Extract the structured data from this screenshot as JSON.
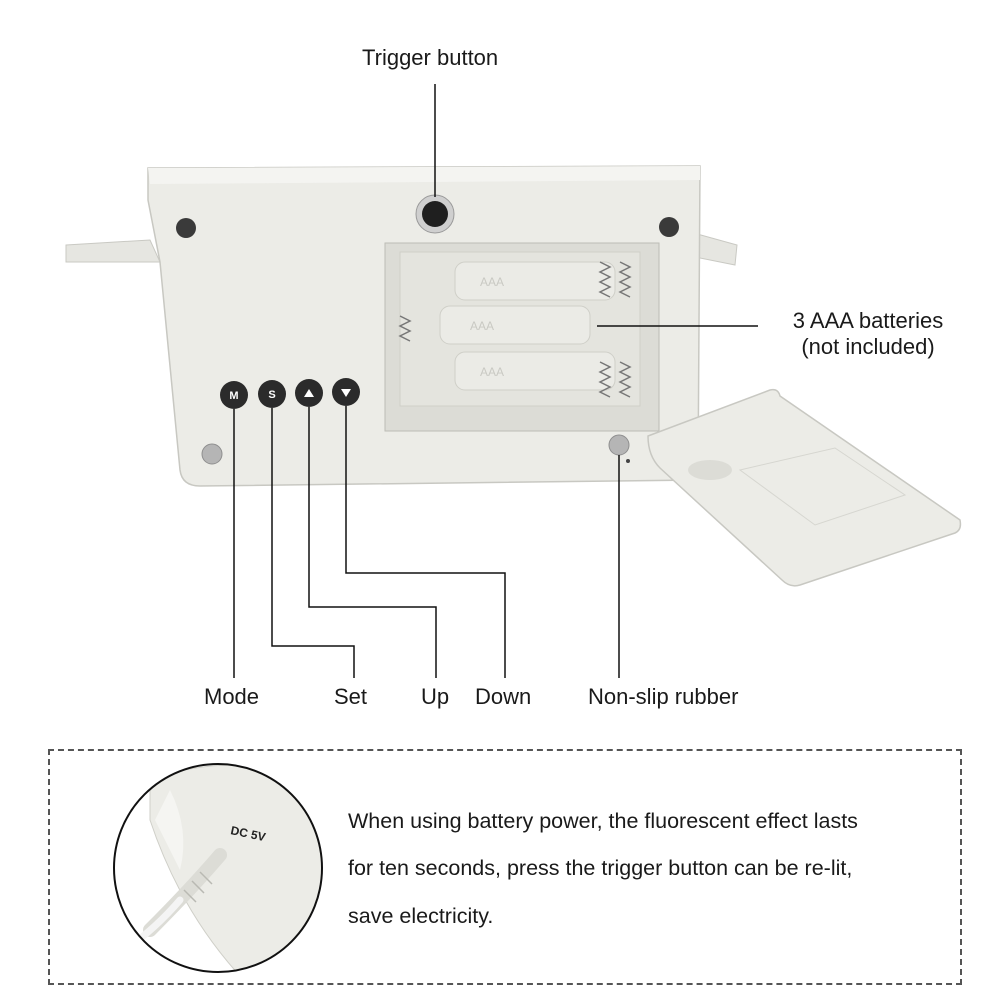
{
  "labels": {
    "trigger": "Trigger button",
    "batteries_line1": "3 AAA batteries",
    "batteries_line2": "(not included)",
    "mode": "Mode",
    "set": "Set",
    "up": "Up",
    "down": "Down",
    "rubber": "Non-slip rubber"
  },
  "buttons": {
    "mode": "M",
    "set": "S",
    "up_icon": "triangle-up-icon",
    "down_icon": "triangle-down-icon"
  },
  "battery_marking": "AAA",
  "info": {
    "line1": "When using battery power, the fluorescent effect lasts",
    "line2": "for ten seconds, press the trigger button can be re-lit,",
    "line3": "save electricity.",
    "dc_label": "DC 5V"
  },
  "colors": {
    "housing": "#e9e9e4",
    "button": "#2b2b2b",
    "leader": "#111111"
  }
}
